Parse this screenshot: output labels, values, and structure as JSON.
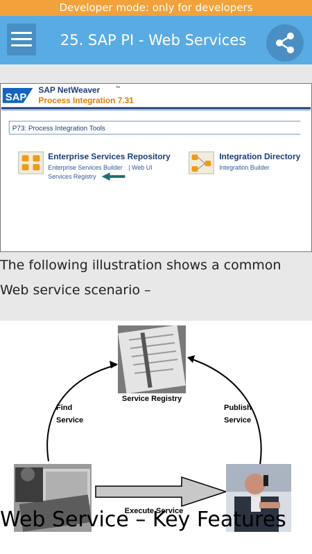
{
  "status_banner": "Developer mode: only for developers",
  "appbar": {
    "title": "25. SAP PI - Web Services"
  },
  "sap_screenshot": {
    "logo": "SAP",
    "product_name": "SAP NetWeaver",
    "trademark": "™",
    "product_subtitle": "Process Integration 7.31",
    "section_title": "P73: Process Integration Tools",
    "esr_title": "Enterprise Services Repository",
    "esr_link1": "Enterprise Services Builder",
    "esr_sep": "| Web UI",
    "esr_link2": "Services Registry",
    "id_title": "Integration Directory",
    "id_link": "Integration Builder"
  },
  "paragraph": "The following illustration shows a common Web service scenario –",
  "diagram": {
    "registry_label": "Service Registry",
    "find_label_1": "Find",
    "find_label_2": "Service",
    "publish_label_1": "Publish",
    "publish_label_2": "Service",
    "execute_label": "Execute Service"
  },
  "section_heading": "Web Service – Key Features",
  "colors": {
    "banner": "#f2a23a",
    "appbar": "#59abe3",
    "sap_orange": "#e07b00",
    "sap_blue": "#1a3c7a"
  }
}
